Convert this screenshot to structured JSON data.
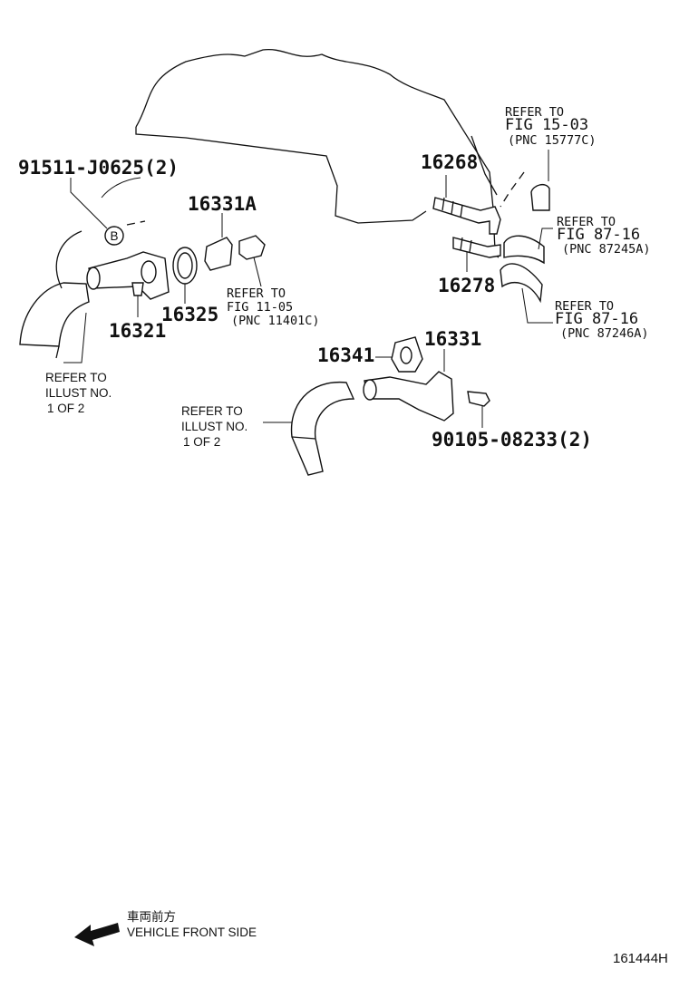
{
  "diagram": {
    "part_numbers": {
      "clip": "91511-J0625(2)",
      "thermostat": "16331A",
      "inlet": "16321",
      "gasket": "16325",
      "pipe_upper": "16268",
      "pipe_lower": "16278",
      "gasket2": "16341",
      "outlet": "16331",
      "bolt": "90105-08233(2)"
    },
    "circle_marker": "B",
    "references": {
      "fig1505": [
        "REFER TO",
        "FIG 15-03",
        "(PNC 15777C)"
      ],
      "fig8716a": [
        "REFER TO",
        "FIG 87-16",
        "(PNC 87245A)"
      ],
      "fig8716b": [
        "REFER TO",
        "FIG 87-16",
        "(PNC 87246A)"
      ],
      "fig1105": [
        "REFER TO",
        "FIG 11-05",
        "(PNC 11401C)"
      ],
      "illust_left": [
        "REFER TO",
        "ILLUST NO.",
        "1 OF 2"
      ],
      "illust_mid": [
        "REFER TO",
        "ILLUST NO.",
        "1 OF 2"
      ]
    },
    "front_label_jp": "車両前方",
    "front_label": "VEHICLE FRONT SIDE",
    "figure_id": "161444H"
  }
}
